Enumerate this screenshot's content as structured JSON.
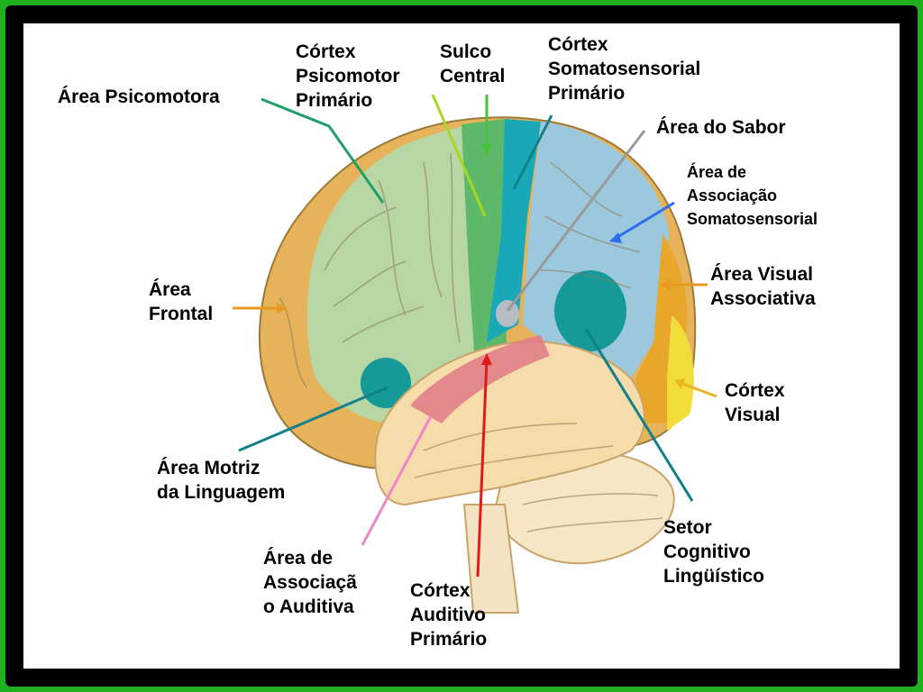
{
  "colors": {
    "background": "#1fb01f",
    "frontal": "#e6b25a",
    "motor_association": "#b8d6a4",
    "primary_motor": "#5eb86a",
    "somatosensory": "#19a8b8",
    "association": "#9cc8de",
    "visual_association": "#e8a62a",
    "visual": "#f1dc3a",
    "temporal": "#f6dcaa",
    "auditory": "#e07a86",
    "cerebellum": "#f6e6c6"
  },
  "labels": {
    "area_psicomotora": [
      "Área Psicomotora"
    ],
    "cortex_psicomotor": [
      "Córtex",
      "Psicomotor",
      "Primário"
    ],
    "sulco_central": [
      "Sulco",
      "Central"
    ],
    "cortex_somatosensorial": [
      "Córtex",
      "Somatosensorial",
      "Primário"
    ],
    "area_sabor": [
      "Área do Sabor"
    ],
    "area_assoc_somato": [
      "Área de",
      "Associação",
      "Somatosensorial"
    ],
    "area_frontal": [
      "Área",
      "Frontal"
    ],
    "area_visual_assoc": [
      "Área Visual",
      "Associativa"
    ],
    "cortex_visual": [
      "Córtex",
      "Visual"
    ],
    "area_motriz": [
      "Área Motriz",
      "da Linguagem"
    ],
    "setor_cognitivo": [
      "Setor",
      "Cognitivo",
      "Lingüístico"
    ],
    "area_assoc_auditiva": [
      "Área de",
      "Associaçã",
      "o Auditiva"
    ],
    "cortex_auditivo": [
      "Córtex",
      "Auditivo",
      "Primário"
    ]
  }
}
